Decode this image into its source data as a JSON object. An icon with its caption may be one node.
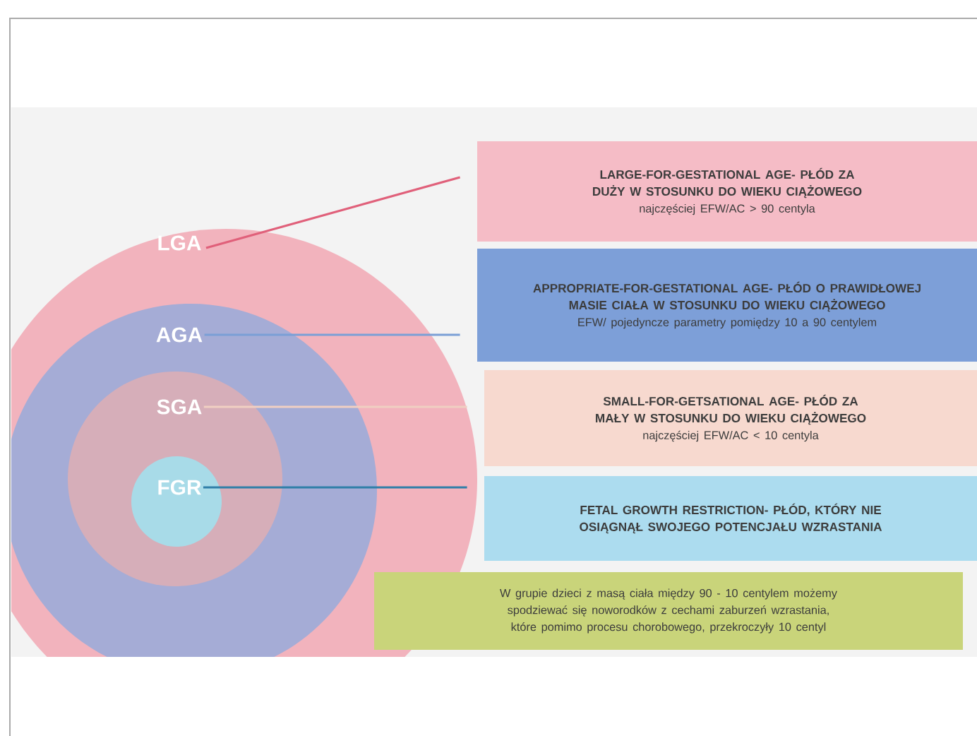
{
  "diagram": {
    "nodes": [
      {
        "text": [
          "LGA"
        ]
      },
      {
        "text": [
          "AGA"
        ],
        "in": 0
      },
      {
        "text": [
          "SGA"
        ],
        "in": 1
      },
      {
        "text": [
          "FGR"
        ],
        "in": 2
      },
      {
        "text": [
          "LARGE-FOR-GESTATIONAL AGE- PŁÓD ZA DUŻY W STOSUNKU DO WIEKU CIĄŻOWEGO",
          "najczęściej EFW/AC > 90 centyla"
        ]
      },
      {
        "text": [
          "APPROPRIATE-FOR-GESTATIONAL AGE- PŁÓD O PRAWIDŁOWEJ MASIE CIAŁA W STOSUNKU DO WIEKU CIĄŻOWEGO",
          "EFW/ pojedyncze parametry pomiędzy 10 a 90 centylem"
        ]
      },
      {
        "text": [
          "SMALL-FOR-GETSATIONAL AGE- PŁÓD ZA MAŁY W STOSUNKU DO WIEKU CIĄŻOWEGO",
          "najczęściej EFW/AC < 10 centyla"
        ]
      },
      {
        "text": [
          "FETAL GROWTH RESTRICTION- PŁÓD, KTÓRY NIE OSIĄGNĄŁ SWOJEGO POTENCJAŁU WZRASTANIA"
        ]
      },
      {
        "text": [
          "W grupie dzieci z masą ciała między 90 - 10 centylem możemy spodziewać się noworodków z cechami zaburzeń wzrastania, które pomimo procesu chorobowego, przekroczyły 10 centyl"
        ]
      }
    ],
    "edges": [
      {
        "from": 0,
        "to": 4,
        "arrow": "none",
        "color": "#e0607a"
      },
      {
        "from": 1,
        "to": 5,
        "arrow": "none",
        "color": "#7b9fd6"
      },
      {
        "from": 2,
        "to": 6,
        "arrow": "none",
        "color": "#f0cfc2"
      },
      {
        "from": 3,
        "to": 7,
        "arrow": "none",
        "color": "#2f7fa8"
      }
    ]
  }
}
